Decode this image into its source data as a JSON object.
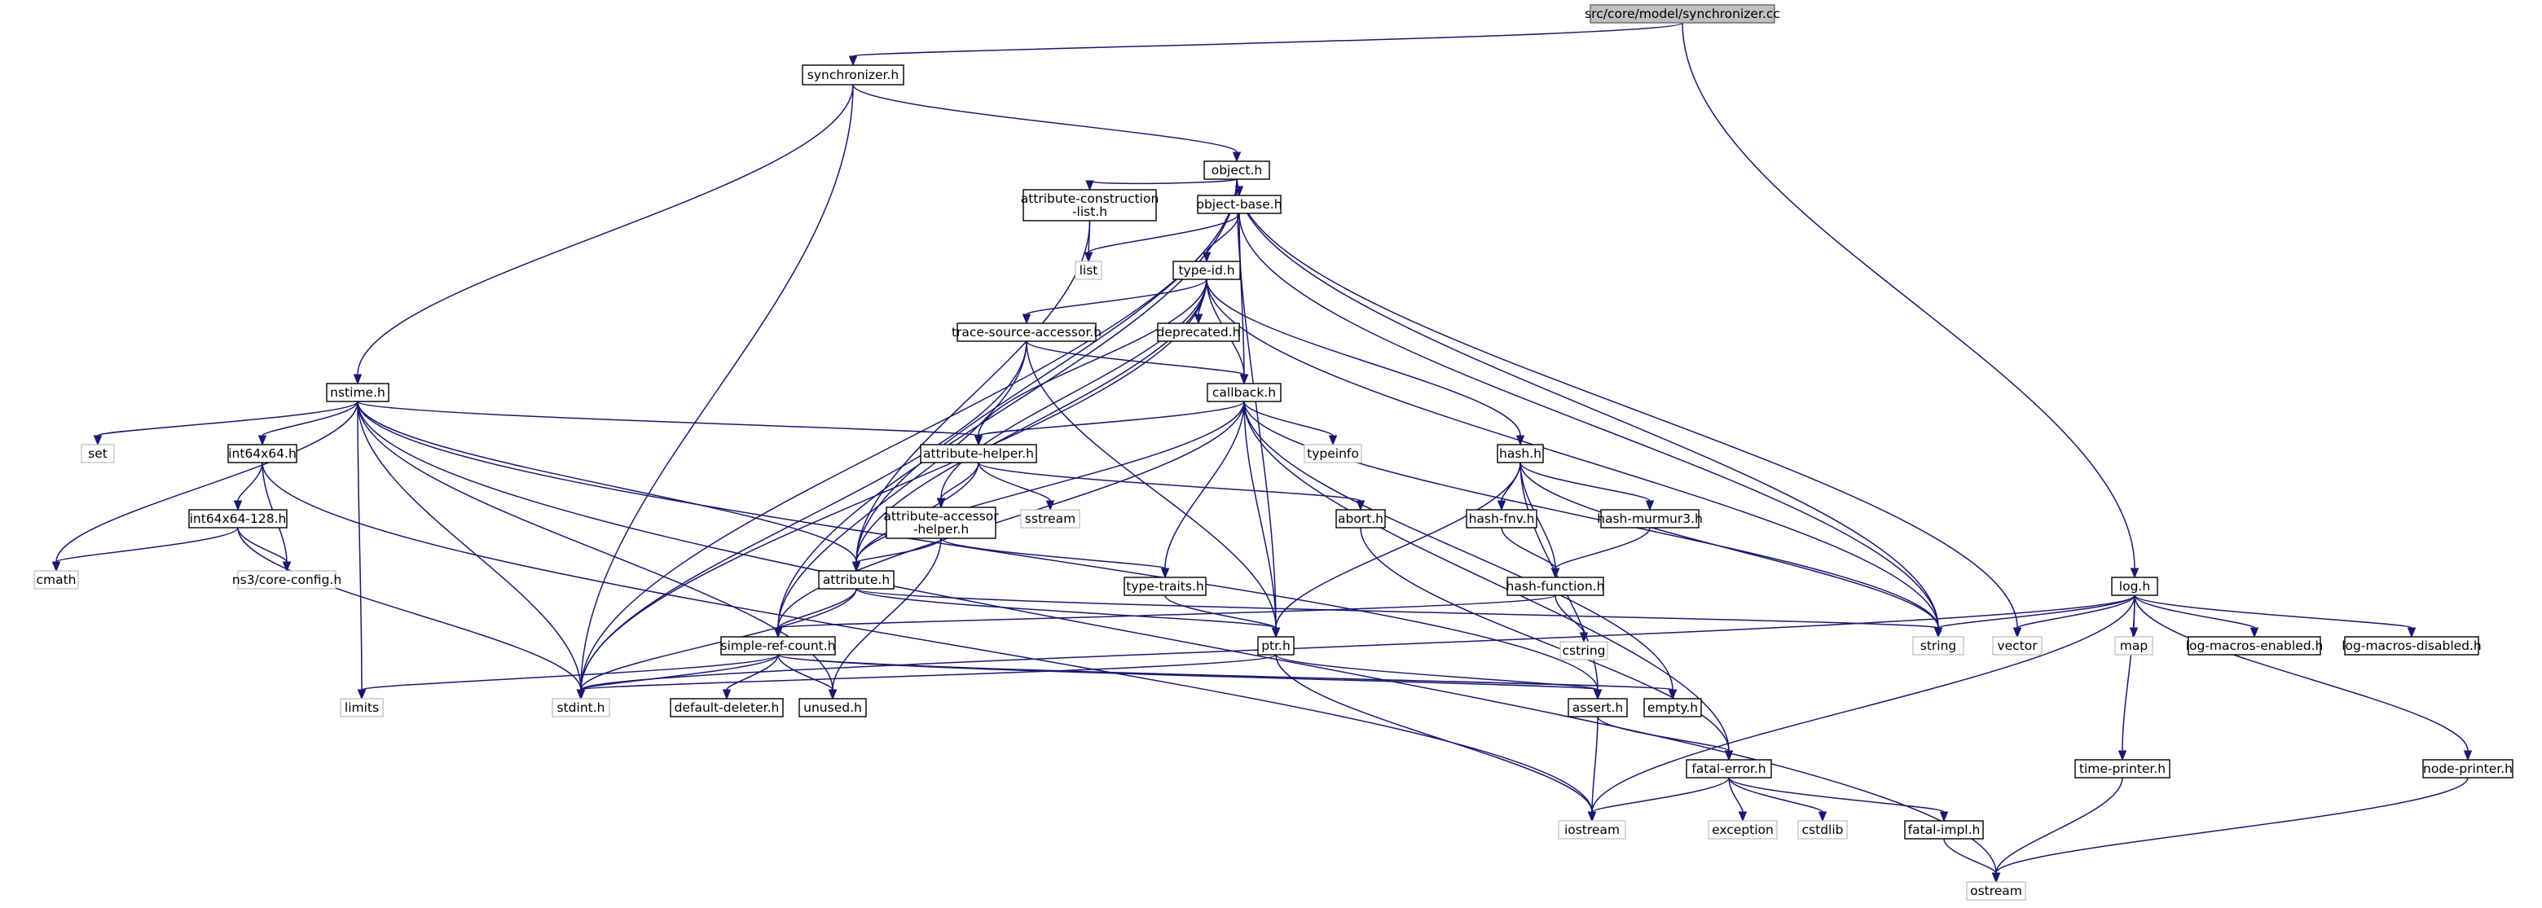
{
  "diagram": {
    "colors": {
      "edge": "#191970",
      "node_border": "#000000",
      "system_border": "#bfbfbf",
      "root_fill": "#bfbfbf",
      "background": "#ffffff"
    },
    "nodes": [
      {
        "id": "root",
        "label": "src/core/model/synchronizer.cc",
        "kind": "root"
      },
      {
        "id": "synchronizer",
        "label": "synchronizer.h",
        "kind": "file"
      },
      {
        "id": "object",
        "label": "object.h",
        "kind": "file"
      },
      {
        "id": "nstime",
        "label": "nstime.h",
        "kind": "file"
      },
      {
        "id": "attrconst",
        "label": "attribute-construction\n-list.h",
        "kind": "file"
      },
      {
        "id": "objectbase",
        "label": "object-base.h",
        "kind": "file"
      },
      {
        "id": "list",
        "label": "list",
        "kind": "system"
      },
      {
        "id": "typeid",
        "label": "type-id.h",
        "kind": "file"
      },
      {
        "id": "tracesrc",
        "label": "trace-source-accessor.h",
        "kind": "file"
      },
      {
        "id": "deprecated",
        "label": "deprecated.h",
        "kind": "file"
      },
      {
        "id": "callback",
        "label": "callback.h",
        "kind": "file"
      },
      {
        "id": "typeinfo",
        "label": "typeinfo",
        "kind": "system"
      },
      {
        "id": "set",
        "label": "set",
        "kind": "system"
      },
      {
        "id": "int64x64",
        "label": "int64x64.h",
        "kind": "file"
      },
      {
        "id": "attrhelper",
        "label": "attribute-helper.h",
        "kind": "file"
      },
      {
        "id": "sstream",
        "label": "sstream",
        "kind": "system"
      },
      {
        "id": "hash",
        "label": "hash.h",
        "kind": "file"
      },
      {
        "id": "int128",
        "label": "int64x64-128.h",
        "kind": "file"
      },
      {
        "id": "attracc",
        "label": "attribute-accessor\n-helper.h",
        "kind": "file"
      },
      {
        "id": "abort",
        "label": "abort.h",
        "kind": "file"
      },
      {
        "id": "hashfnv",
        "label": "hash-fnv.h",
        "kind": "file"
      },
      {
        "id": "hashmurmur",
        "label": "hash-murmur3.h",
        "kind": "file"
      },
      {
        "id": "cmath",
        "label": "cmath",
        "kind": "system"
      },
      {
        "id": "coreconfig",
        "label": "ns3/core-config.h",
        "kind": "system"
      },
      {
        "id": "attribute",
        "label": "attribute.h",
        "kind": "file"
      },
      {
        "id": "typetraits",
        "label": "type-traits.h",
        "kind": "file"
      },
      {
        "id": "hashfunc",
        "label": "hash-function.h",
        "kind": "file"
      },
      {
        "id": "log",
        "label": "log.h",
        "kind": "file"
      },
      {
        "id": "simpleref",
        "label": "simple-ref-count.h",
        "kind": "file"
      },
      {
        "id": "ptr",
        "label": "ptr.h",
        "kind": "file"
      },
      {
        "id": "cstring",
        "label": "cstring",
        "kind": "system"
      },
      {
        "id": "string",
        "label": "string",
        "kind": "system"
      },
      {
        "id": "vector",
        "label": "vector",
        "kind": "system"
      },
      {
        "id": "map",
        "label": "map",
        "kind": "system"
      },
      {
        "id": "logen",
        "label": "log-macros-enabled.h",
        "kind": "file"
      },
      {
        "id": "logdis",
        "label": "log-macros-disabled.h",
        "kind": "file"
      },
      {
        "id": "limits",
        "label": "limits",
        "kind": "system"
      },
      {
        "id": "stdint",
        "label": "stdint.h",
        "kind": "system"
      },
      {
        "id": "defdel",
        "label": "default-deleter.h",
        "kind": "file"
      },
      {
        "id": "unused",
        "label": "unused.h",
        "kind": "file"
      },
      {
        "id": "empty",
        "label": "empty.h",
        "kind": "file"
      },
      {
        "id": "assert",
        "label": "assert.h",
        "kind": "file"
      },
      {
        "id": "fatalerror",
        "label": "fatal-error.h",
        "kind": "file"
      },
      {
        "id": "timeprinter",
        "label": "time-printer.h",
        "kind": "file"
      },
      {
        "id": "nodeprinter",
        "label": "node-printer.h",
        "kind": "file"
      },
      {
        "id": "iostream",
        "label": "iostream",
        "kind": "system"
      },
      {
        "id": "exception",
        "label": "exception",
        "kind": "system"
      },
      {
        "id": "cstdlib",
        "label": "cstdlib",
        "kind": "system"
      },
      {
        "id": "fatalimpl",
        "label": "fatal-impl.h",
        "kind": "file"
      },
      {
        "id": "ostream",
        "label": "ostream",
        "kind": "system"
      }
    ],
    "edges": [
      [
        "root",
        "synchronizer"
      ],
      [
        "root",
        "log"
      ],
      [
        "synchronizer",
        "object"
      ],
      [
        "synchronizer",
        "nstime"
      ],
      [
        "synchronizer",
        "stdint"
      ],
      [
        "object",
        "attrconst"
      ],
      [
        "object",
        "objectbase"
      ],
      [
        "object",
        "ptr"
      ],
      [
        "object",
        "attribute"
      ],
      [
        "object",
        "simpleref"
      ],
      [
        "object",
        "stdint"
      ],
      [
        "object",
        "string"
      ],
      [
        "object",
        "vector"
      ],
      [
        "attrconst",
        "list"
      ],
      [
        "attrconst",
        "attribute"
      ],
      [
        "objectbase",
        "typeid"
      ],
      [
        "objectbase",
        "callback"
      ],
      [
        "objectbase",
        "list"
      ],
      [
        "objectbase",
        "string"
      ],
      [
        "typeid",
        "attribute"
      ],
      [
        "typeid",
        "attracc"
      ],
      [
        "typeid",
        "attrhelper"
      ],
      [
        "typeid",
        "tracesrc"
      ],
      [
        "typeid",
        "deprecated"
      ],
      [
        "typeid",
        "callback"
      ],
      [
        "typeid",
        "hash"
      ],
      [
        "typeid",
        "string"
      ],
      [
        "typeid",
        "stdint"
      ],
      [
        "tracesrc",
        "callback"
      ],
      [
        "tracesrc",
        "ptr"
      ],
      [
        "tracesrc",
        "simpleref"
      ],
      [
        "tracesrc",
        "stdint"
      ],
      [
        "callback",
        "attrhelper"
      ],
      [
        "callback",
        "typeinfo"
      ],
      [
        "callback",
        "ptr"
      ],
      [
        "callback",
        "typetraits"
      ],
      [
        "callback",
        "attribute"
      ],
      [
        "callback",
        "simpleref"
      ],
      [
        "callback",
        "fatalerror"
      ],
      [
        "callback",
        "empty"
      ],
      [
        "callback",
        "string"
      ],
      [
        "nstime",
        "set"
      ],
      [
        "nstime",
        "int64x64"
      ],
      [
        "nstime",
        "attrhelper"
      ],
      [
        "nstime",
        "attribute"
      ],
      [
        "nstime",
        "assert"
      ],
      [
        "nstime",
        "cmath"
      ],
      [
        "nstime",
        "limits"
      ],
      [
        "nstime",
        "stdint"
      ],
      [
        "nstime",
        "unused"
      ],
      [
        "nstime",
        "ostream"
      ],
      [
        "int64x64",
        "int128"
      ],
      [
        "int64x64",
        "coreconfig"
      ],
      [
        "int64x64",
        "iostream"
      ],
      [
        "int128",
        "cmath"
      ],
      [
        "int128",
        "coreconfig"
      ],
      [
        "int128",
        "stdint"
      ],
      [
        "attrhelper",
        "attracc"
      ],
      [
        "attrhelper",
        "attribute"
      ],
      [
        "attrhelper",
        "sstream"
      ],
      [
        "attrhelper",
        "abort"
      ],
      [
        "attracc",
        "attribute"
      ],
      [
        "attracc",
        "typetraits"
      ],
      [
        "attracc",
        "unused"
      ],
      [
        "abort",
        "fatalerror"
      ],
      [
        "hash",
        "hashfnv"
      ],
      [
        "hash",
        "hashmurmur"
      ],
      [
        "hash",
        "hashfunc"
      ],
      [
        "hash",
        "assert"
      ],
      [
        "hash",
        "ptr"
      ],
      [
        "hash",
        "string"
      ],
      [
        "hashfnv",
        "hashfunc"
      ],
      [
        "hashmurmur",
        "hashfunc"
      ],
      [
        "hashfunc",
        "simpleref"
      ],
      [
        "hashfunc",
        "cstring"
      ],
      [
        "attribute",
        "simpleref"
      ],
      [
        "attribute",
        "ptr"
      ],
      [
        "attribute",
        "string"
      ],
      [
        "attribute",
        "stdint"
      ],
      [
        "typetraits",
        "ptr"
      ],
      [
        "simpleref",
        "defdel"
      ],
      [
        "simpleref",
        "unused"
      ],
      [
        "simpleref",
        "assert"
      ],
      [
        "simpleref",
        "limits"
      ],
      [
        "simpleref",
        "stdint"
      ],
      [
        "simpleref",
        "empty"
      ],
      [
        "ptr",
        "assert"
      ],
      [
        "ptr",
        "iostream"
      ],
      [
        "ptr",
        "stdint"
      ],
      [
        "assert",
        "fatalerror"
      ],
      [
        "assert",
        "iostream"
      ],
      [
        "fatalerror",
        "iostream"
      ],
      [
        "fatalerror",
        "exception"
      ],
      [
        "fatalerror",
        "cstdlib"
      ],
      [
        "fatalerror",
        "fatalimpl"
      ],
      [
        "fatalimpl",
        "ostream"
      ],
      [
        "log",
        "string"
      ],
      [
        "log",
        "vector"
      ],
      [
        "log",
        "map"
      ],
      [
        "log",
        "logen"
      ],
      [
        "log",
        "logdis"
      ],
      [
        "log",
        "stdint"
      ],
      [
        "log",
        "iostream"
      ],
      [
        "log",
        "timeprinter"
      ],
      [
        "log",
        "nodeprinter"
      ],
      [
        "timeprinter",
        "ostream"
      ],
      [
        "nodeprinter",
        "ostream"
      ]
    ]
  }
}
